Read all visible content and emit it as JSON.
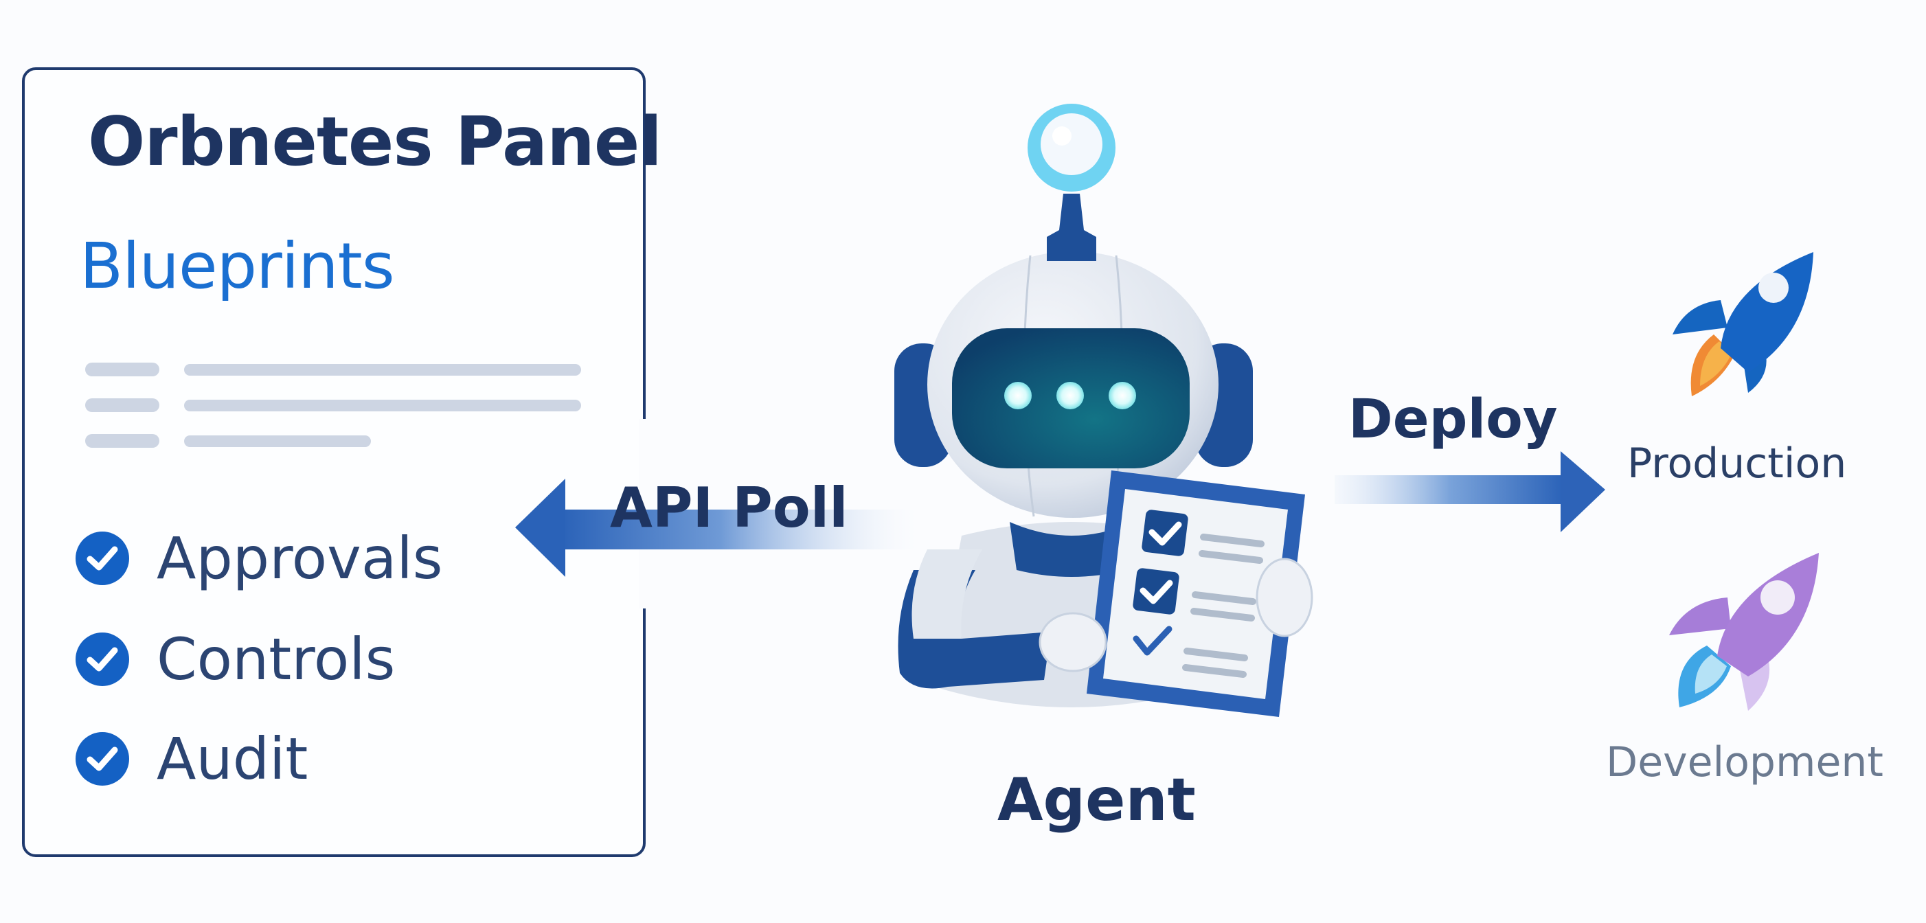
{
  "panel": {
    "title": "Orbnetes Panel",
    "section": "Blueprints",
    "skeleton_rows": 3,
    "checklist": [
      {
        "label": "Approvals",
        "checked": true,
        "icon": "check-circle-icon"
      },
      {
        "label": "Controls",
        "checked": true,
        "icon": "check-circle-icon"
      },
      {
        "label": "Audit",
        "checked": true,
        "icon": "check-circle-icon"
      }
    ]
  },
  "flows": {
    "poll": {
      "label": "API Poll",
      "direction": "agent-to-panel"
    },
    "deploy": {
      "label": "Deploy",
      "direction": "agent-to-targets"
    }
  },
  "agent": {
    "label": "Agent",
    "icon": "robot-icon",
    "clipboard_items": [
      {
        "checked": true
      },
      {
        "checked": true
      },
      {
        "checked": true
      }
    ]
  },
  "targets": [
    {
      "label": "Production",
      "icon": "rocket-icon",
      "color": "#1565c0",
      "flame": "#f5a23a"
    },
    {
      "label": "Development",
      "icon": "rocket-icon",
      "color": "#a27ad6",
      "flame": "#45aee8"
    }
  ],
  "colors": {
    "navy": "#1e3461",
    "accent_blue": "#1a6fd1",
    "arrow_blue": "#2a62b8",
    "check_blue": "#1461c4"
  }
}
